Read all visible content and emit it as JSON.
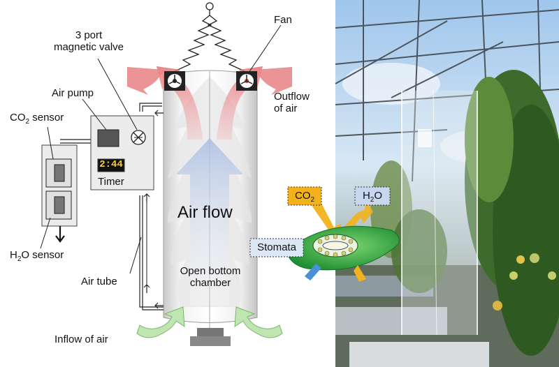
{
  "labels": {
    "fan": "Fan",
    "valve_line1": "3 port",
    "valve_line2": "magnetic valve",
    "air_pump": "Air pump",
    "co2_sensor_prefix": "CO",
    "co2_sensor_sub": "2",
    "co2_sensor_suffix": " sensor",
    "outflow_line1": "Outflow",
    "outflow_line2": "of air",
    "timer_display": "2:44",
    "timer": "Timer",
    "air_flow": "Air flow",
    "open_bottom_line1": "Open bottom",
    "open_bottom_line2": "chamber",
    "h2o_sensor_prefix": "H",
    "h2o_sensor_sub": "2",
    "h2o_sensor_suffix": "O sensor",
    "air_tube": "Air tube",
    "inflow": "Inflow of air",
    "stomata": "Stomata",
    "co2_tag_prefix": "CO",
    "co2_tag_sub": "2",
    "h2o_tag_prefix": "H",
    "h2o_tag_sub": "2",
    "h2o_tag_suffix": "O"
  },
  "colors": {
    "outflow_arrow": "#e8888a",
    "inflow_arrow": "#bfe6b0",
    "airflow_arrow": "#b9c8e6",
    "leaf": "#33b04a",
    "co2_tag": "#f3b11c",
    "h2o_tag": "#c9d7ee",
    "in_arrow_yellow": "#f2b21b",
    "out_arrow_blue": "#4a90d9"
  }
}
